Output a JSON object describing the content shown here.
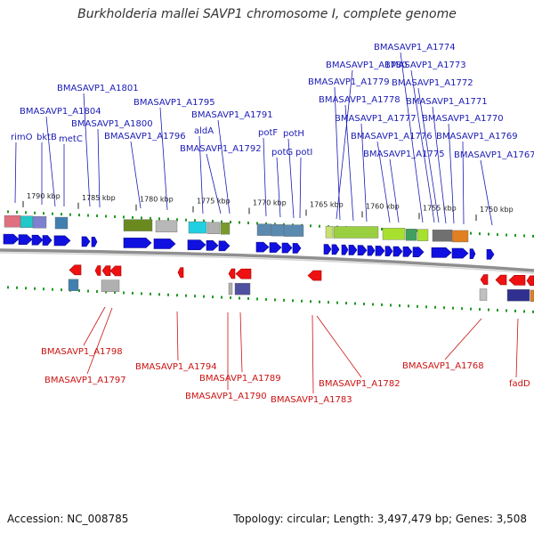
{
  "title": "Burkholderia mallei SAVP1 chromosome I, complete genome",
  "footer": {
    "accession": "Accession: NC_008785",
    "summary": "Topology: circular; Length: 3,497,479 bp; Genes: 3,508"
  },
  "ticks": [
    "1790 kbp",
    "1785 kbp",
    "1780 kbp",
    "1775 kbp",
    "1770 kbp",
    "1765 kbp",
    "1760 kbp",
    "1755 kbp",
    "1750 kbp"
  ],
  "labels_top": [
    "rimO",
    "bktB",
    "metC",
    "BMASAVP1_A1804",
    "BMASAVP1_A1801",
    "BMASAVP1_A1800",
    "BMASAVP1_A1796",
    "BMASAVP1_A1795",
    "aldA",
    "BMASAVP1_A1791",
    "BMASAVP1_A1792",
    "potF",
    "potG",
    "potH",
    "potI",
    "BMASAVP1_A1780",
    "BMASAVP1_A1779",
    "BMASAVP1_A1778",
    "BMASAVP1_A1777",
    "BMASAVP1_A1776",
    "BMASAVP1_A1775",
    "BMASAVP1_A1774",
    "BMASAVP1_A1773",
    "BMASAVP1_A1772",
    "BMASAVP1_A1771",
    "BMASAVP1_A1770",
    "BMASAVP1_A1769",
    "BMASAVP1_A1767"
  ],
  "labels_bottom": [
    "BMASAVP1_A1798",
    "BMASAVP1_A1797",
    "BMASAVP1_A1794",
    "BMASAVP1_A1789",
    "BMASAVP1_A1790",
    "BMASAVP1_A1783",
    "BMASAVP1_A1782",
    "BMASAVP1_A1768",
    "fadD"
  ],
  "colors": {
    "forward_gene": "#1010e0",
    "reverse_gene": "#ee1111",
    "top_label": "#1a1ab5",
    "bottom_label": "#cc1111",
    "tick": "#229922",
    "backbone": "#999999"
  }
}
